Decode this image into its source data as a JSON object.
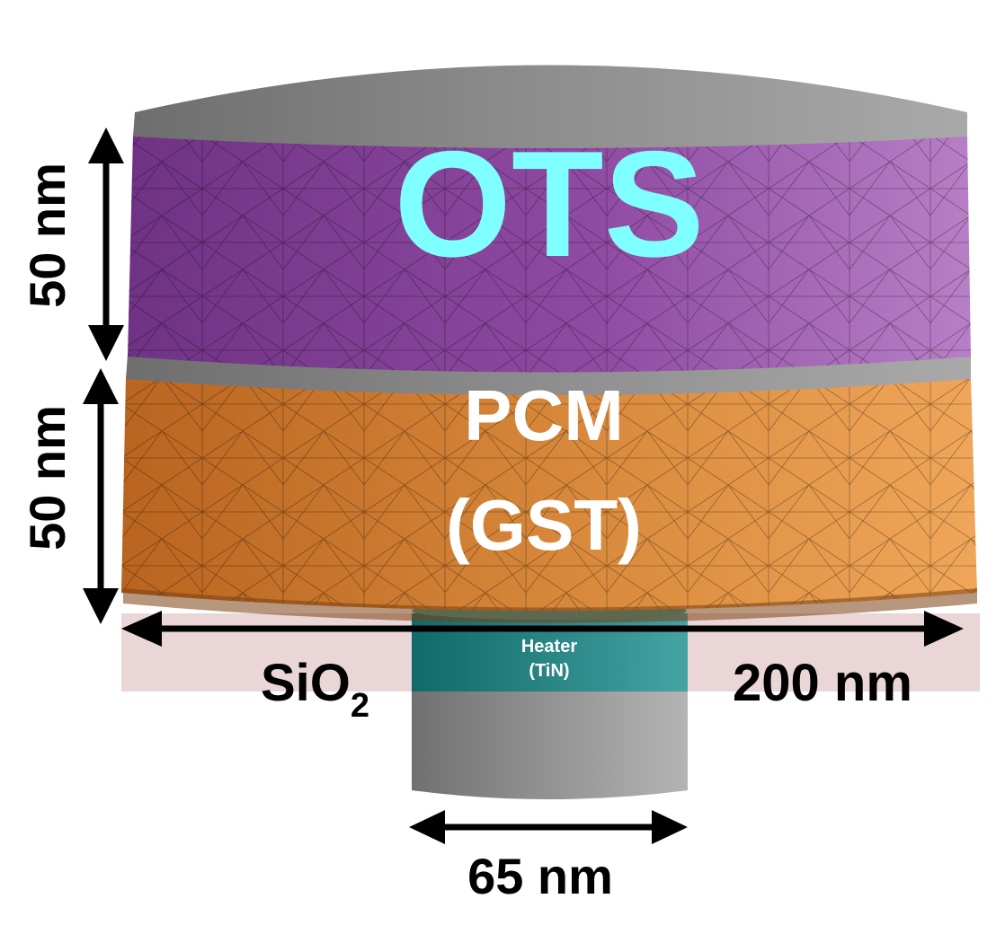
{
  "layers": {
    "ots": {
      "label": "OTS",
      "color": "#9a55a8",
      "label_color": "#7fffff"
    },
    "pcm": {
      "label_line1": "PCM",
      "label_line2": "(GST)",
      "color": "#d88a3e",
      "label_color": "#ffffff"
    },
    "heater": {
      "label_line1": "Heater",
      "label_line2": "(TiN)",
      "color": "#2a8c8c",
      "label_color": "#ffffff"
    },
    "substrate": {
      "label_main": "SiO",
      "label_sub": "2",
      "color": "#ead6d6"
    },
    "electrode_color": "#9a9a9a"
  },
  "dimensions": {
    "ots_thickness": "50 nm",
    "pcm_thickness": "50 nm",
    "cell_width": "200 nm",
    "heater_width": "65 nm"
  }
}
